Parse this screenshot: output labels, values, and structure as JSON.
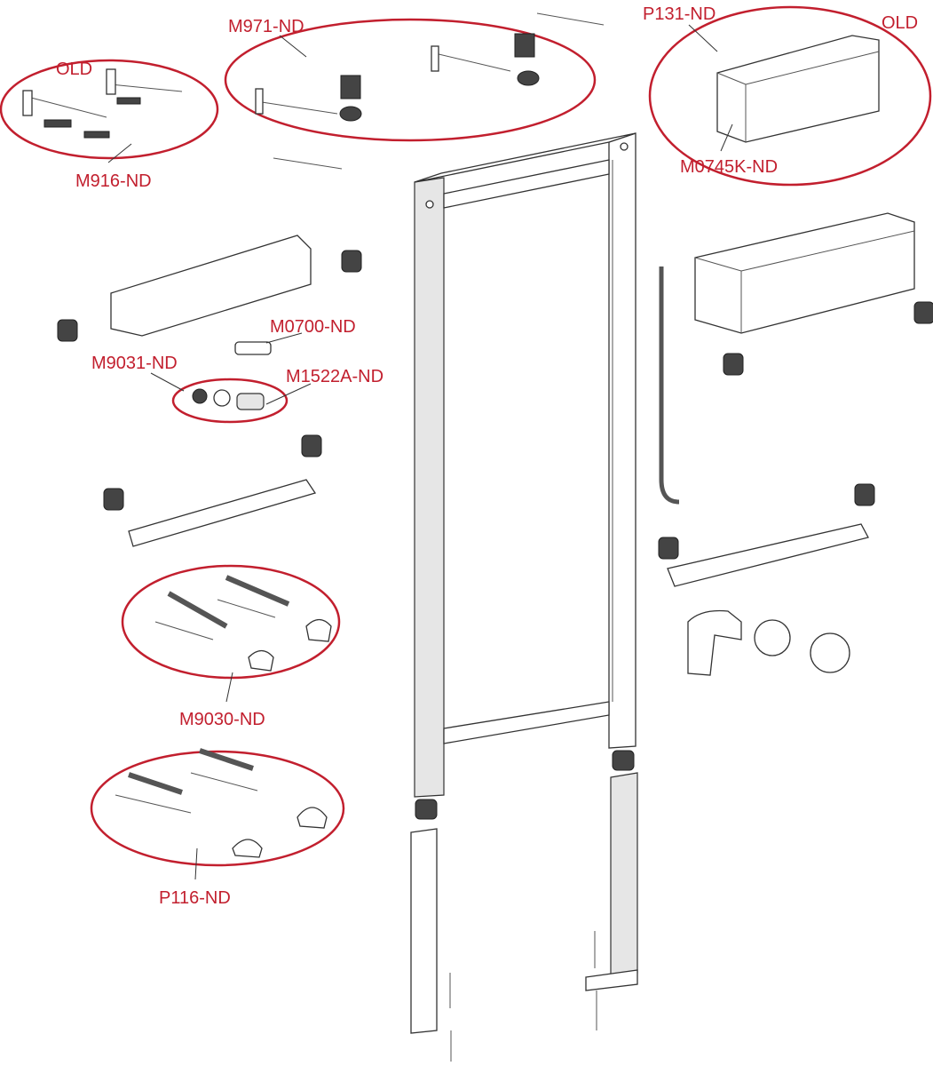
{
  "title": "Exploded parts diagram - installation frame",
  "accent_color": "#c21f2e",
  "labels": {
    "old_left": "OLD",
    "m916": "M916-ND",
    "m971": "M971-ND",
    "p131": "P131-ND",
    "old_right": "OLD",
    "m0745k": "M0745K-ND",
    "m0700": "M0700-ND",
    "m9031": "M9031-ND",
    "m1522a": "M1522A-ND",
    "m9030": "M9030-ND",
    "p116": "P116-ND"
  }
}
